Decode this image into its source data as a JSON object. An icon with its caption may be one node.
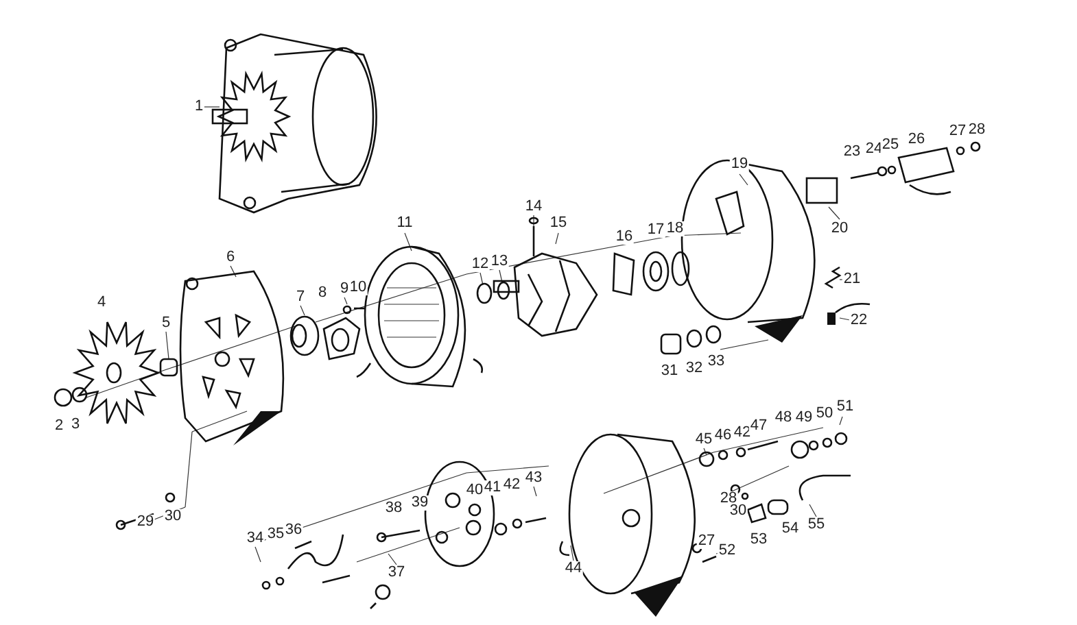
{
  "diagram": {
    "labels": [
      "1",
      "14",
      "11",
      "19",
      "23",
      "24",
      "25",
      "26",
      "27",
      "28",
      "20",
      "6",
      "12",
      "13",
      "9",
      "10",
      "15",
      "16",
      "17",
      "18",
      "7",
      "8",
      "21",
      "4",
      "5",
      "22",
      "31",
      "32",
      "33",
      "2",
      "3",
      "29",
      "30",
      "45",
      "46",
      "42",
      "47",
      "48",
      "49",
      "50",
      "51",
      "38",
      "39",
      "40",
      "41",
      "42",
      "43",
      "34",
      "35",
      "36",
      "28",
      "30",
      "44",
      "53",
      "54",
      "55",
      "27",
      "52",
      "37"
    ]
  }
}
